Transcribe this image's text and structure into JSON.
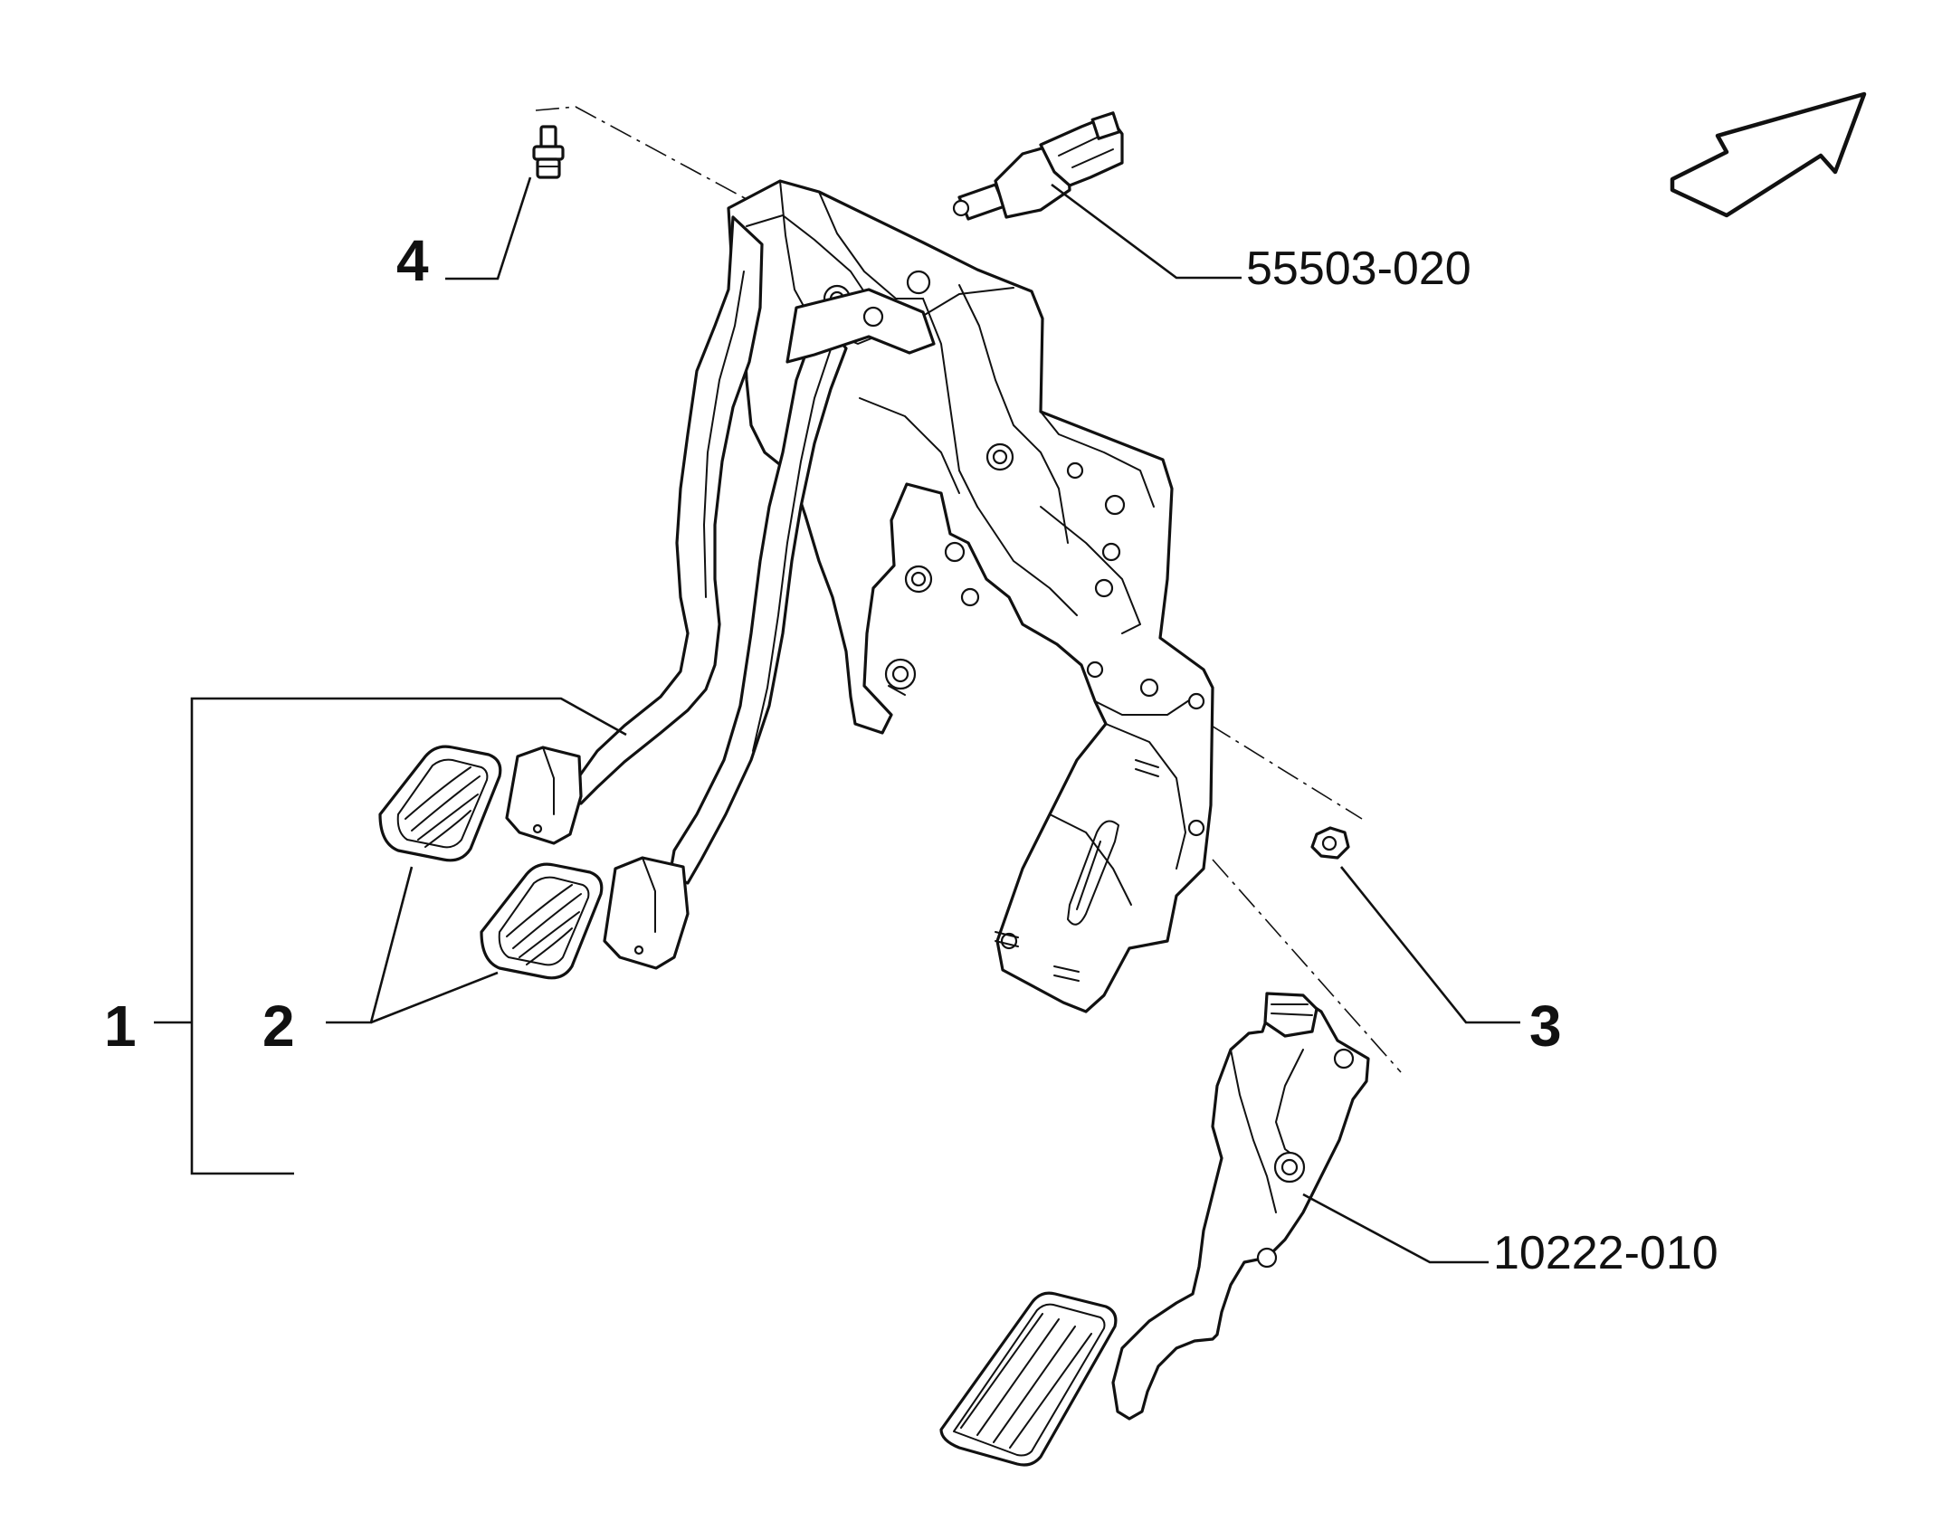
{
  "callouts": {
    "c1": "1",
    "c2": "2",
    "c3": "3",
    "c4": "4",
    "switch_code": "55503-020",
    "accelerator_code": "10222-010"
  },
  "icons": {
    "orientation": "direction-arrow-icon"
  }
}
